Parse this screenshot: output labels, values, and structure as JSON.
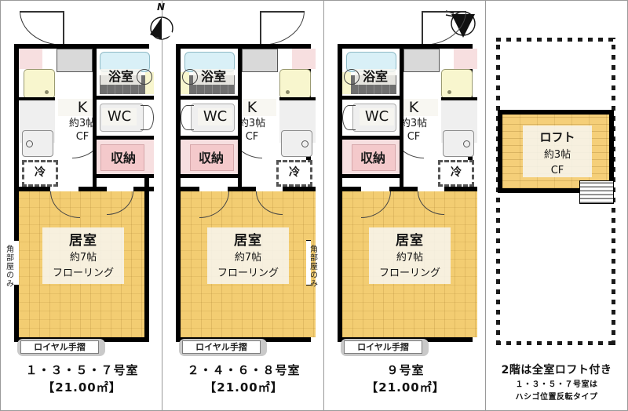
{
  "document": {
    "type": "floor-plan",
    "unit_count": 3,
    "loft_panel": true
  },
  "compass": {
    "north_label": "N",
    "left_direction": "north-up-left",
    "right_direction": "south-down"
  },
  "rooms": {
    "kitchen": {
      "label": "K",
      "size": "約3帖",
      "flooring": "CF"
    },
    "bath": {
      "label": "浴室"
    },
    "wc": {
      "label": "WC"
    },
    "storage": {
      "label": "収納"
    },
    "fridge": {
      "label": "冷"
    },
    "living": {
      "label": "居室",
      "size": "約7帖",
      "flooring": "フローリング"
    },
    "balcony": {
      "label": "ロイヤル手摺"
    },
    "corner_note": {
      "label": "角部屋のみ"
    },
    "loft": {
      "label": "ロフト",
      "size": "約3帖",
      "flooring": "CF"
    }
  },
  "units": [
    {
      "id": "unit-1",
      "caption_rooms": "１・３・５・７号室",
      "caption_area": "【21.00㎡】",
      "mirrored": false
    },
    {
      "id": "unit-2",
      "caption_rooms": "２・４・６・８号室",
      "caption_area": "【21.00㎡】",
      "mirrored": true
    },
    {
      "id": "unit-3",
      "caption_rooms": "９号室",
      "caption_area": "【21.00㎡】",
      "mirrored": true
    }
  ],
  "loft_note": {
    "title": "2階は全室ロフト付き",
    "line2": "１・３・５・７号室は",
    "line3": "ハシゴ位置反転タイプ"
  },
  "colors": {
    "wall": "#000000",
    "wood": "#f3cd72",
    "storage_pink": "#f4c9cb",
    "bath_blue": "#d9f0f7",
    "sink_cream": "#f8f6ce",
    "frame": "#9a9a9a"
  }
}
